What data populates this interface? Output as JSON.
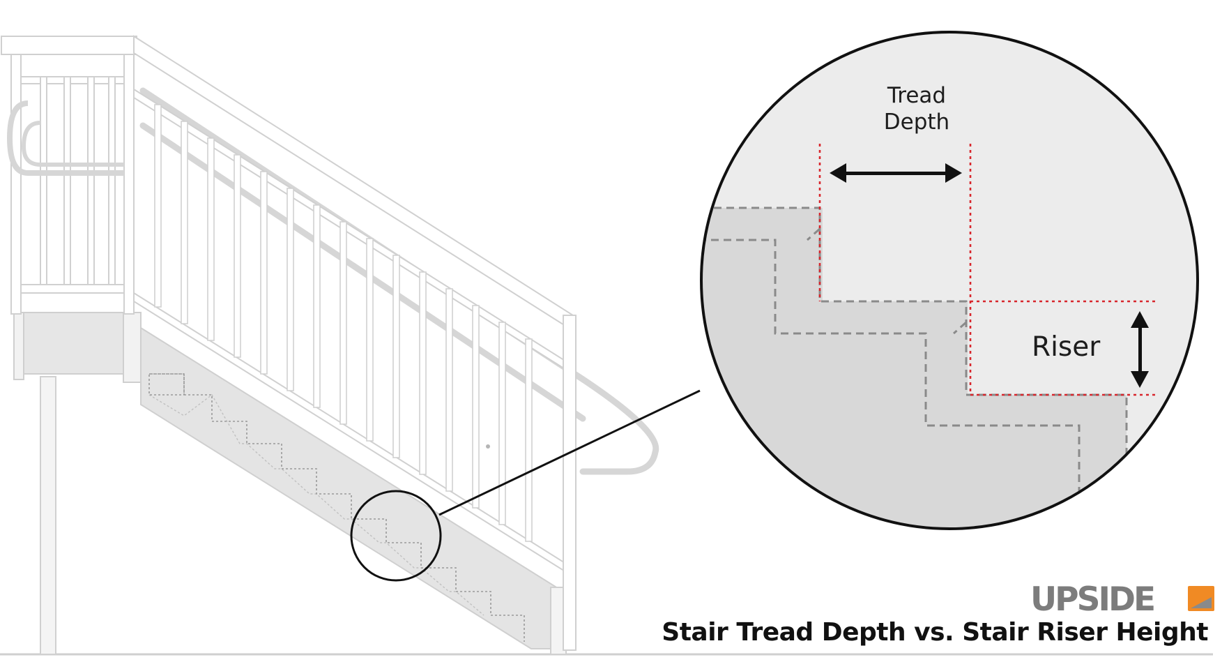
{
  "diagram": {
    "tread_label_line1": "Tread",
    "tread_label_line2": "Depth",
    "riser_label": "Riser"
  },
  "branding": {
    "logo_text": "UPSIDE",
    "caption": "Stair Tread Depth vs. Stair Riser Height"
  },
  "colors": {
    "railing": "#ffffff",
    "railing_edge": "#d4d4d4",
    "stringer_fill": "#e4e4e4",
    "zoom_background": "#ececec",
    "zoom_steps_fill": "#d5d5d5",
    "dashed_outline": "#8a8a8a",
    "red_guides": "#d8262c",
    "arrows": "#111111",
    "logo_gray": "#7c7c7c",
    "logo_orange": "#f08a24"
  }
}
